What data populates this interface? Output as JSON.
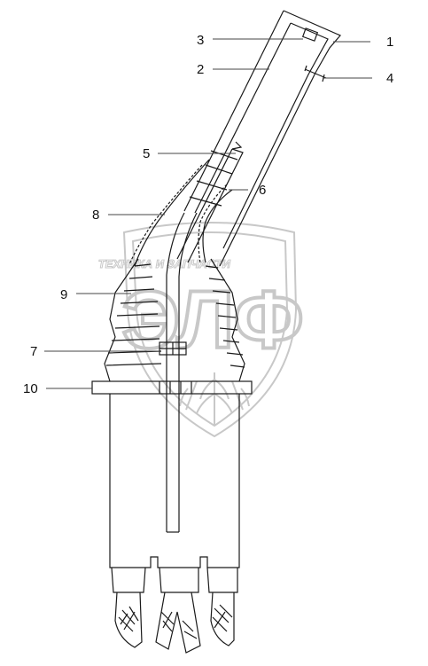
{
  "watermark": {
    "brand": "ЭЛФ",
    "caption": "ТЕХНИКА  И  ЗАПЧАСТИ",
    "stroke": "#c8c8c8"
  },
  "callouts": [
    {
      "id": "1",
      "label": "1"
    },
    {
      "id": "2",
      "label": "2"
    },
    {
      "id": "3",
      "label": "3"
    },
    {
      "id": "4",
      "label": "4"
    },
    {
      "id": "5",
      "label": "5"
    },
    {
      "id": "6",
      "label": "6"
    },
    {
      "id": "7",
      "label": "7"
    },
    {
      "id": "8",
      "label": "8"
    },
    {
      "id": "9",
      "label": "9"
    },
    {
      "id": "10",
      "label": "10"
    }
  ],
  "colors": {
    "line": "#1a1a1a",
    "leader": "#444444",
    "background": "#ffffff"
  }
}
